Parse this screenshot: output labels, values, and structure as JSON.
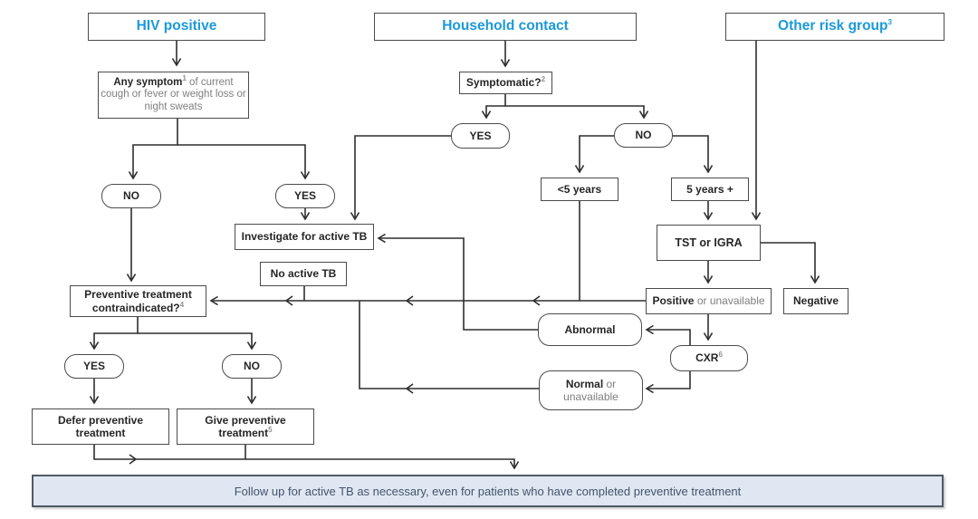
{
  "diagram": {
    "headers": {
      "hiv": {
        "label": "HIV positive"
      },
      "household": {
        "label": "Household contact"
      },
      "other_risk": {
        "label": "Other risk group",
        "sup": "3"
      }
    },
    "nodes": {
      "any_symptom": {
        "bold": "Any symptom",
        "sup": "1",
        "rest": " of current cough or fever or weight loss or night sweats"
      },
      "symptomatic": {
        "label": "Symptomatic?",
        "sup": "2"
      },
      "symptomatic_yes": {
        "label": "YES"
      },
      "symptomatic_no": {
        "label": "NO"
      },
      "under_five_years": {
        "label": "<5 years"
      },
      "five_years_plus": {
        "label": "5 years +"
      },
      "hiv_symptom_no": {
        "label": "NO"
      },
      "hiv_symptom_yes": {
        "label": "YES"
      },
      "investigate": {
        "label": "Investigate for active TB"
      },
      "no_active_tb": {
        "label": "No active TB"
      },
      "tst_igra": {
        "label": "TST or IGRA"
      },
      "tst_positive": {
        "bold": "Positive",
        "rest": " or unavailable"
      },
      "tst_negative": {
        "label": "Negative"
      },
      "preventive_contraindicated": {
        "label": "Preventive treatment contraindicated?",
        "sup": "4"
      },
      "cxr_abnormal": {
        "label": "Abnormal"
      },
      "cxr": {
        "label": "CXR",
        "sup": "6"
      },
      "cxr_normal": {
        "bold": "Normal",
        "rest": " or unavailable"
      },
      "contraindicated_yes": {
        "label": "YES"
      },
      "contraindicated_no": {
        "label": "NO"
      },
      "defer_treatment": {
        "label": "Defer preventive treatment"
      },
      "give_treatment": {
        "label": "Give preventive treatment",
        "sup": "5"
      }
    },
    "footer": {
      "label": "Follow up for active TB as necessary, even for patients who have completed preventive treatment"
    },
    "colors": {
      "header_text": "#1b9ad8",
      "box_border": "#4b4b4b",
      "dark_text": "#262626",
      "gray_text": "#7f7f7f",
      "line": "#2e2e2e",
      "footer_bg": "#dfe7f3",
      "footer_text": "#44546a"
    }
  }
}
